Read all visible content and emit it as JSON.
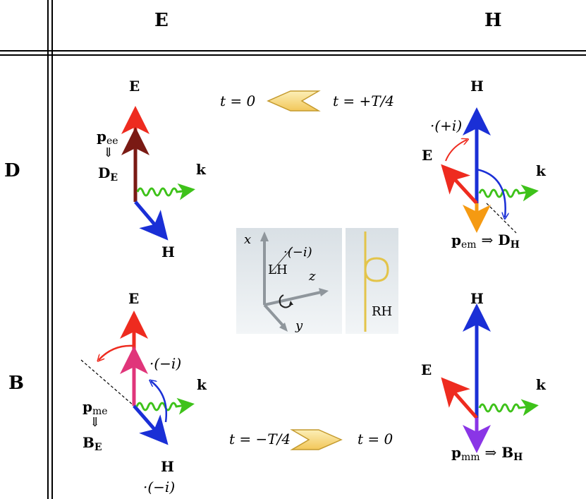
{
  "headers": {
    "col_e": "E",
    "col_h": "H",
    "row_d": "D",
    "row_b": "B"
  },
  "vectors": {
    "e": "E",
    "h": "H",
    "k": "k"
  },
  "panels": {
    "de": {
      "p_base": "p",
      "p_sub": "ee",
      "implies": "⇓",
      "d_base": "D",
      "d_sub": "E"
    },
    "dh": {
      "factor": "·(+i)",
      "p_base": "p",
      "p_sub": "em",
      "arrow": "⇒",
      "d_base": "D",
      "d_sub": "H"
    },
    "be": {
      "factor_top": "·(−i)",
      "factor_bottom": "·(−i)",
      "p_base": "p",
      "p_sub": "me",
      "implies": "⇓",
      "b_base": "B",
      "b_sub": "E"
    },
    "bh": {
      "p_base": "p",
      "p_sub": "mm",
      "arrow": "⇒",
      "b_base": "B",
      "b_sub": "H"
    }
  },
  "time": {
    "top_left": "t = 0",
    "top_right": "t = +T/4",
    "bottom_left": "t = −T/4",
    "bottom_right": "t = 0"
  },
  "inset": {
    "x": "x",
    "y": "y",
    "z": "z",
    "factor": "·(−i)",
    "lh": "LH",
    "rh": "RH"
  },
  "colors": {
    "e_red": "#ee2b1f",
    "h_blue": "#1a2fd6",
    "k_green": "#3ec21a",
    "p_ee": "#7a1a14",
    "p_em": "#f59a12",
    "p_me": "#e0357a",
    "p_mm": "#8a35e6",
    "time_arrow": "#f7dc8a",
    "spring": "#e3c44a"
  }
}
